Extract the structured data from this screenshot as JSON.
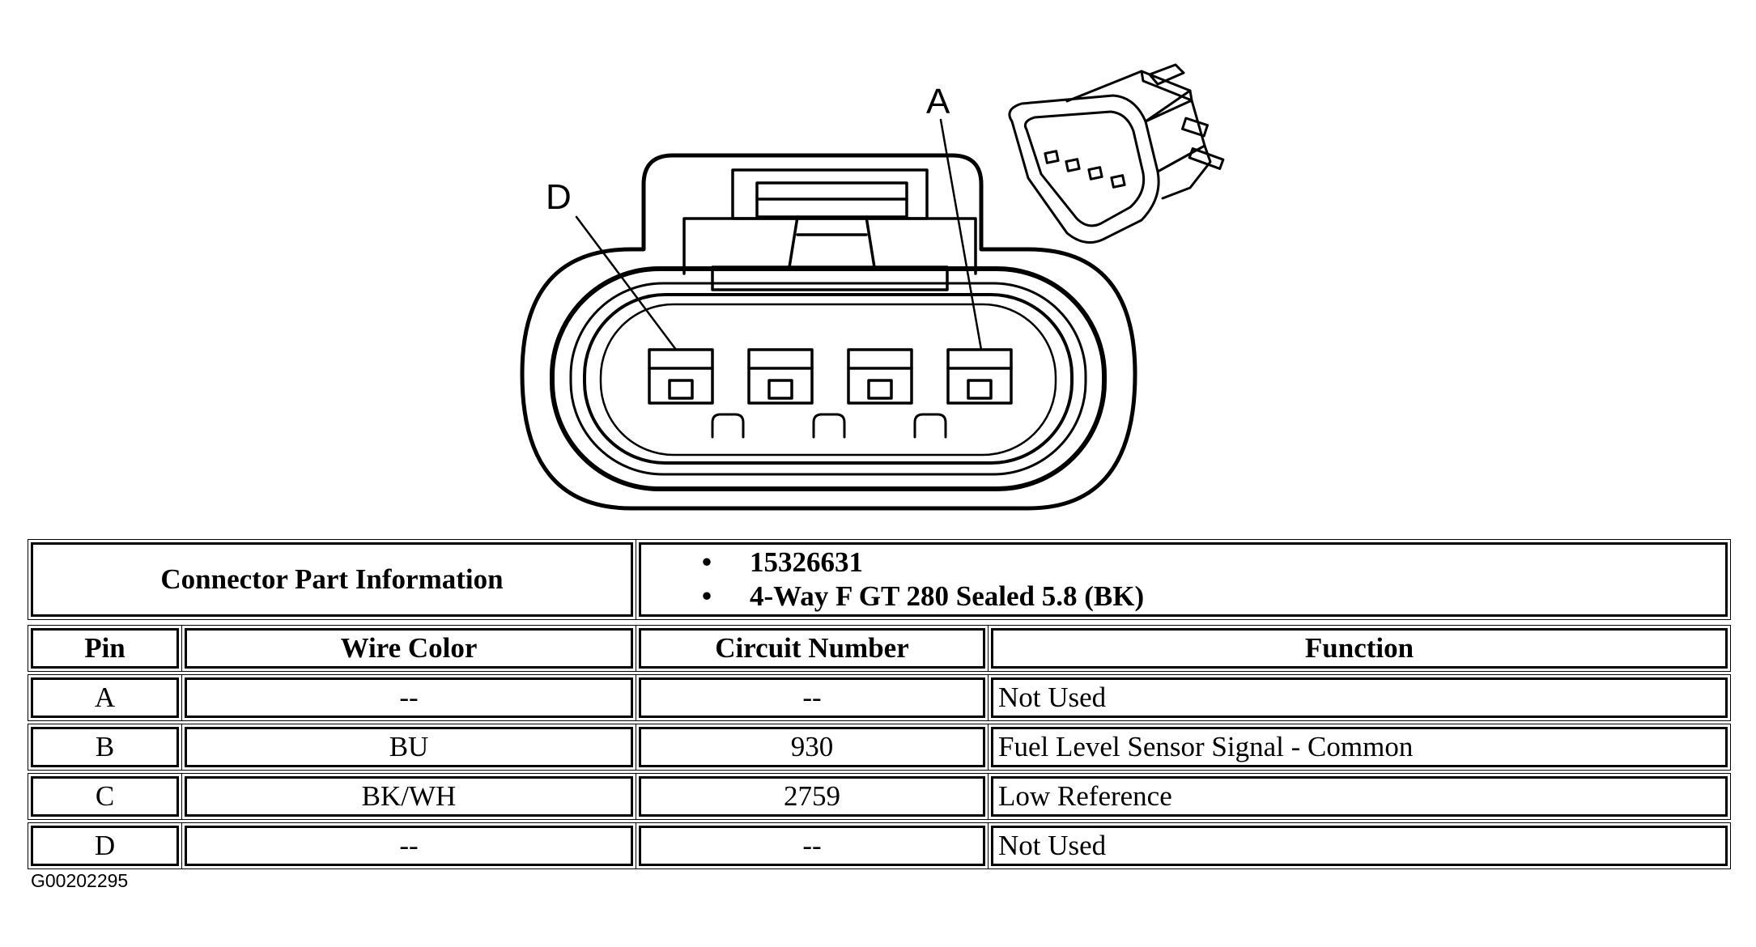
{
  "diagram": {
    "pin_labels": {
      "D": "D",
      "A": "A"
    }
  },
  "table": {
    "part_info_label": "Connector Part Information",
    "part_info_items": [
      "15326631",
      "4-Way F GT 280 Sealed 5.8 (BK)"
    ],
    "headers": {
      "pin": "Pin",
      "wire_color": "Wire Color",
      "circuit_number": "Circuit Number",
      "function": "Function"
    },
    "rows": [
      {
        "pin": "A",
        "wire_color": "--",
        "circuit_number": "--",
        "function": "Not Used"
      },
      {
        "pin": "B",
        "wire_color": "BU",
        "circuit_number": "930",
        "function": "Fuel Level Sensor Signal - Common"
      },
      {
        "pin": "C",
        "wire_color": "BK/WH",
        "circuit_number": "2759",
        "function": "Low Reference"
      },
      {
        "pin": "D",
        "wire_color": "--",
        "circuit_number": "--",
        "function": "Not Used"
      }
    ]
  },
  "figure_id": "G00202295"
}
